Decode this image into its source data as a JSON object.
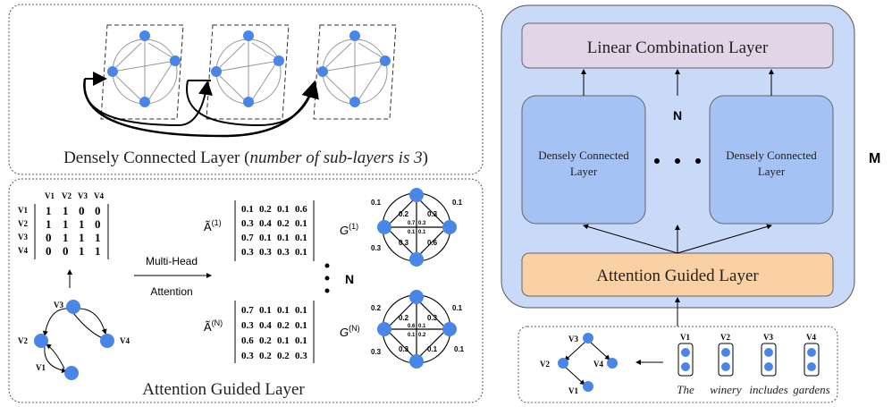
{
  "top_panel": {
    "caption_prefix": "Densely Connected Layer (",
    "caption_italic": "number of sub-layers is 3",
    "caption_suffix": ")"
  },
  "bottom_left_panel": {
    "caption": "Attention Guided Layer",
    "adjacency": {
      "col_headers": [
        "V1",
        "V2",
        "V3",
        "V4"
      ],
      "row_headers": [
        "V1",
        "V2",
        "V3",
        "V4"
      ],
      "rows": [
        [
          "1",
          "1",
          "0",
          "0"
        ],
        [
          "1",
          "1",
          "1",
          "0"
        ],
        [
          "0",
          "1",
          "1",
          "1"
        ],
        [
          "0",
          "0",
          "1",
          "1"
        ]
      ]
    },
    "graph_nodes": [
      "V3",
      "V2",
      "V4",
      "V1"
    ],
    "arrow_label_top": "Multi-Head",
    "arrow_label_bottom": "Attention",
    "dots_label": "N",
    "matrix1": {
      "label": "Ã",
      "sup": "(1)",
      "rows": [
        [
          "0.1",
          "0.2",
          "0.1",
          "0.6"
        ],
        [
          "0.3",
          "0.4",
          "0.2",
          "0.1"
        ],
        [
          "0.7",
          "0.1",
          "0.1",
          "0.1"
        ],
        [
          "0.3",
          "0.3",
          "0.3",
          "0.1"
        ]
      ]
    },
    "matrixN": {
      "label": "Ã",
      "sup": "(N)",
      "rows": [
        [
          "0.7",
          "0.1",
          "0.1",
          "0.1"
        ],
        [
          "0.3",
          "0.4",
          "0.2",
          "0.1"
        ],
        [
          "0.6",
          "0.2",
          "0.1",
          "0.1"
        ],
        [
          "0.3",
          "0.2",
          "0.2",
          "0.3"
        ]
      ]
    },
    "graph1": {
      "label": "G",
      "sup": "(1)",
      "weights": [
        "0.1",
        "0.1",
        "0.2",
        "0.3",
        "0.7",
        "0.3",
        "0.1",
        "0.1",
        "0.3",
        "0.6",
        "0.3"
      ]
    },
    "graphN": {
      "label": "G",
      "sup": "(N)",
      "weights": [
        "0.2",
        "0.1",
        "0.2",
        "0.3",
        "0.6",
        "0.1",
        "0.1",
        "0.2",
        "0.3",
        "0.1",
        "0.1",
        "0.3"
      ]
    }
  },
  "right_panel": {
    "linear_layer": "Linear Combination Layer",
    "dense_left_line1": "Densely Connected",
    "dense_left_line2": "Layer",
    "dense_right_line1": "Densely Connected",
    "dense_right_line2": "Layer",
    "n_label": "N",
    "attention_layer": "Attention Guided Layer",
    "m_label": "M",
    "colors": {
      "outer_fill": "#c9daf8",
      "linear_fill": "#e1d5e7",
      "dense_fill": "#a4c2f4",
      "attention_fill": "#fad0a5",
      "node_fill": "#4a86e8"
    }
  },
  "input_panel": {
    "words": [
      "The",
      "winery",
      "includes",
      "gardens"
    ],
    "token_labels": [
      "V1",
      "V2",
      "V3",
      "V4"
    ],
    "graph_nodes": [
      "V3",
      "V2",
      "V4",
      "V1"
    ]
  }
}
